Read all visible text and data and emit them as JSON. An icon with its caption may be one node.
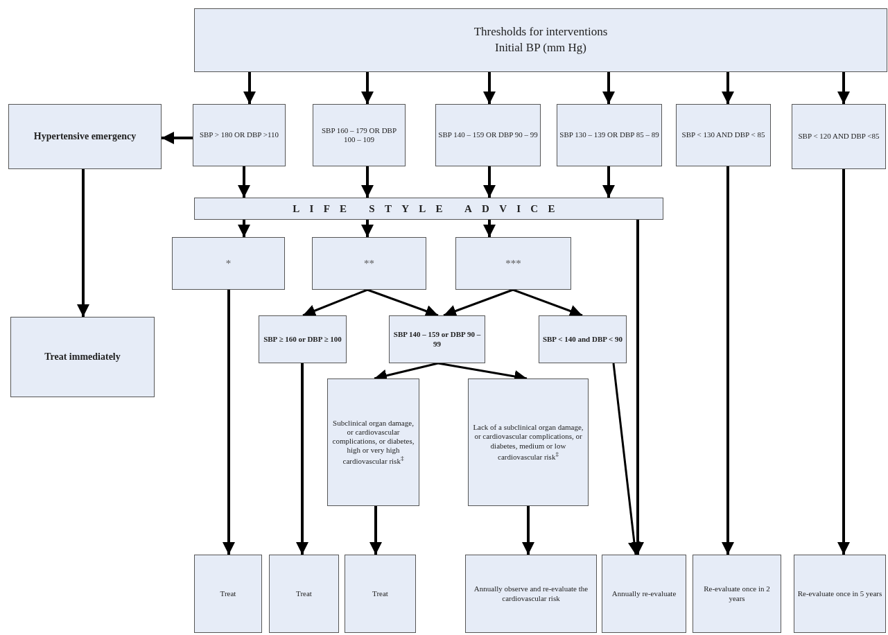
{
  "diagram": {
    "nodes": [
      {
        "text": [
          "Thresholds for interventions",
          "Initial BP (mm Hg)"
        ]
      },
      {
        "text": [
          "Hypertensive emergency"
        ]
      },
      {
        "text": [
          "SBP > 180 OR DBP >110"
        ]
      },
      {
        "text": [
          "SBP 160 – 179 OR DBP 100 – 109"
        ]
      },
      {
        "text": [
          "SBP 140 – 159 OR DBP 90 – 99"
        ]
      },
      {
        "text": [
          "SBP 130 – 139 OR DBP 85 – 89"
        ]
      },
      {
        "text": [
          "SBP < 130 AND DBP < 85"
        ]
      },
      {
        "text": [
          "SBP < 120 AND DBP <85"
        ]
      },
      {
        "text": [
          "LIFE STYLE ADVICE"
        ]
      },
      {
        "text": [
          "*"
        ]
      },
      {
        "text": [
          "**"
        ]
      },
      {
        "text": [
          "***"
        ]
      },
      {
        "text": [
          "Treat immediately"
        ]
      },
      {
        "text": [
          "SBP ≥ 160 or DBP ≥ 100"
        ]
      },
      {
        "text": [
          "SBP 140 – 159 or DBP 90 – 99"
        ]
      },
      {
        "text": [
          "SBP < 140 and DBP < 90"
        ]
      },
      {
        "text": [
          "Subclinical organ damage, or cardiovascular complications, or diabetes, high or very high cardiovascular risk$^{‡}$"
        ]
      },
      {
        "text": [
          "Lack of a subclinical organ damage, or cardiovascular complications, or diabetes, medium or low cardiovascular risk$^{‡}$"
        ]
      },
      {
        "text": [
          "Treat"
        ]
      },
      {
        "text": [
          "Treat"
        ]
      },
      {
        "text": [
          "Treat"
        ]
      },
      {
        "text": [
          "Annually observe and re-evaluate the cardiovascular risk"
        ]
      },
      {
        "text": [
          "Annually re-evaluate"
        ]
      },
      {
        "text": [
          "Re-evaluate once in 2 years"
        ]
      },
      {
        "text": [
          "Re-evaluate once in 5 years"
        ]
      }
    ],
    "edges": [
      {
        "from": 0,
        "to": 2,
        "arrow": "to"
      },
      {
        "from": 0,
        "to": 3,
        "arrow": "to"
      },
      {
        "from": 0,
        "to": 4,
        "arrow": "to"
      },
      {
        "from": 0,
        "to": 5,
        "arrow": "to"
      },
      {
        "from": 0,
        "to": 6,
        "arrow": "to"
      },
      {
        "from": 0,
        "to": 7,
        "arrow": "to"
      },
      {
        "from": 2,
        "to": 1,
        "arrow": "to"
      },
      {
        "from": 1,
        "to": 12,
        "arrow": "to"
      },
      {
        "from": 2,
        "to": 8,
        "arrow": "to"
      },
      {
        "from": 3,
        "to": 8,
        "arrow": "to"
      },
      {
        "from": 4,
        "to": 8,
        "arrow": "to"
      },
      {
        "from": 5,
        "to": 8,
        "arrow": "to"
      },
      {
        "from": 8,
        "to": 9,
        "arrow": "to"
      },
      {
        "from": 8,
        "to": 10,
        "arrow": "to"
      },
      {
        "from": 8,
        "to": 11,
        "arrow": "to"
      },
      {
        "from": 8,
        "to": 22,
        "arrow": "to"
      },
      {
        "from": 9,
        "to": 18,
        "arrow": "to"
      },
      {
        "from": 10,
        "to": 13,
        "arrow": "to"
      },
      {
        "from": 10,
        "to": 14,
        "arrow": "to"
      },
      {
        "from": 11,
        "to": 14,
        "arrow": "to"
      },
      {
        "from": 11,
        "to": 15,
        "arrow": "to"
      },
      {
        "from": 13,
        "to": 19,
        "arrow": "to"
      },
      {
        "from": 14,
        "to": 16,
        "arrow": "to"
      },
      {
        "from": 14,
        "to": 17,
        "arrow": "to"
      },
      {
        "from": 15,
        "to": 22,
        "arrow": "to"
      },
      {
        "from": 16,
        "to": 20,
        "arrow": "to"
      },
      {
        "from": 17,
        "to": 21,
        "arrow": "to"
      },
      {
        "from": 6,
        "to": 23,
        "arrow": "to"
      },
      {
        "from": 7,
        "to": 24,
        "arrow": "to"
      }
    ]
  }
}
